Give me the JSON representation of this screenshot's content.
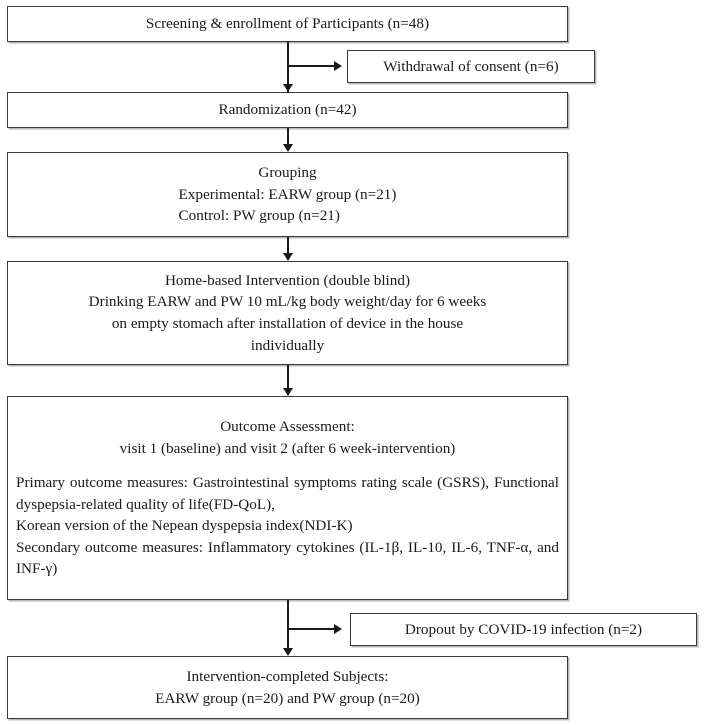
{
  "diagram": {
    "title": "CONSORT-style participant flow diagram",
    "boxes": {
      "screening": {
        "name": "screening-enrollment",
        "lines": [
          "Screening & enrollment of Participants (n=48)"
        ]
      },
      "withdrawal": {
        "name": "withdrawal-of-consent",
        "lines": [
          "Withdrawal of consent (n=6)"
        ]
      },
      "randomization": {
        "name": "randomization",
        "lines": [
          "Randomization (n=42)"
        ]
      },
      "grouping": {
        "name": "grouping",
        "lines": [
          "Grouping",
          "Experimental: EARW group (n=21)",
          "Control: PW group (n=21)"
        ]
      },
      "intervention": {
        "name": "home-based-intervention",
        "lines": [
          "Home-based Intervention (double blind)",
          "Drinking EARW and PW 10 mL/kg body weight/day for 6 weeks",
          "on empty stomach after installation of device in the house",
          "individually"
        ]
      },
      "outcome": {
        "name": "outcome-assessment",
        "heading_lines": [
          "Outcome Assessment:",
          "visit 1 (baseline) and visit 2 (after 6 week-intervention)"
        ],
        "primary": "Primary outcome measures: Gastrointestinal symptoms rating scale (GSRS), Functional dyspepsia-related quality of life(FD-QoL),",
        "primary_tail": "Korean version of the Nepean dyspepsia index(NDI-K)",
        "secondary": "Secondary outcome measures: Inflammatory cytokines (IL-1β, IL-10, IL-6, TNF-α, and INF-γ)"
      },
      "dropout": {
        "name": "dropout-covid",
        "lines": [
          "Dropout by COVID-19 infection (n=2)"
        ]
      },
      "completed": {
        "name": "intervention-completed",
        "lines": [
          "Intervention-completed Subjects:",
          "EARW group (n=20) and PW group (n=20)"
        ]
      }
    },
    "colors": {
      "border": "#3a3a3a",
      "shadow": "#b8b8b8",
      "text": "#1a1a1a",
      "background": "#ffffff",
      "connector": "#1a1a1a"
    }
  }
}
